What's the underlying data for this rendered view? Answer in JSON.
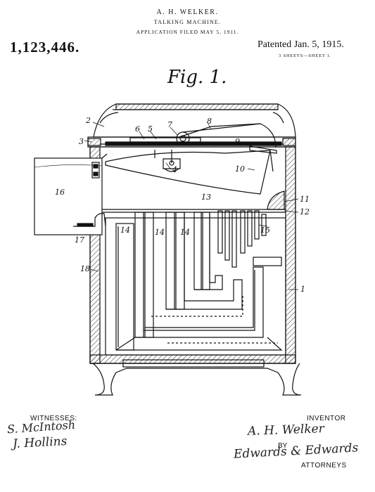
{
  "header": {
    "inventor_name": "A. H. WELKER.",
    "title": "TALKING MACHINE.",
    "application_filed": "APPLICATION FILED MAY 5, 1911.",
    "patent_number": "1,123,446.",
    "patented": "Patented Jan. 5, 1915.",
    "sheets": "3 SHEETS—SHEET 1."
  },
  "figure": {
    "label": "Fig. 1.",
    "reference_numerals": [
      "1",
      "2",
      "3",
      "4",
      "5",
      "6",
      "7",
      "8",
      "9",
      "10",
      "11",
      "12",
      "13",
      "14",
      "14",
      "14",
      "15",
      "16",
      "17",
      "18"
    ]
  },
  "footer": {
    "witnesses_label": "WITNESSES:",
    "witness_signature_1": "S. McIntosh",
    "witness_signature_2": "J. Hollins",
    "inventor_label": "INVENTOR",
    "inventor_signature": "A. H. Welker",
    "by_label": "BY",
    "attorney_signature": "Edwards & Edwards",
    "attorneys_label": "ATTORNEYS"
  }
}
